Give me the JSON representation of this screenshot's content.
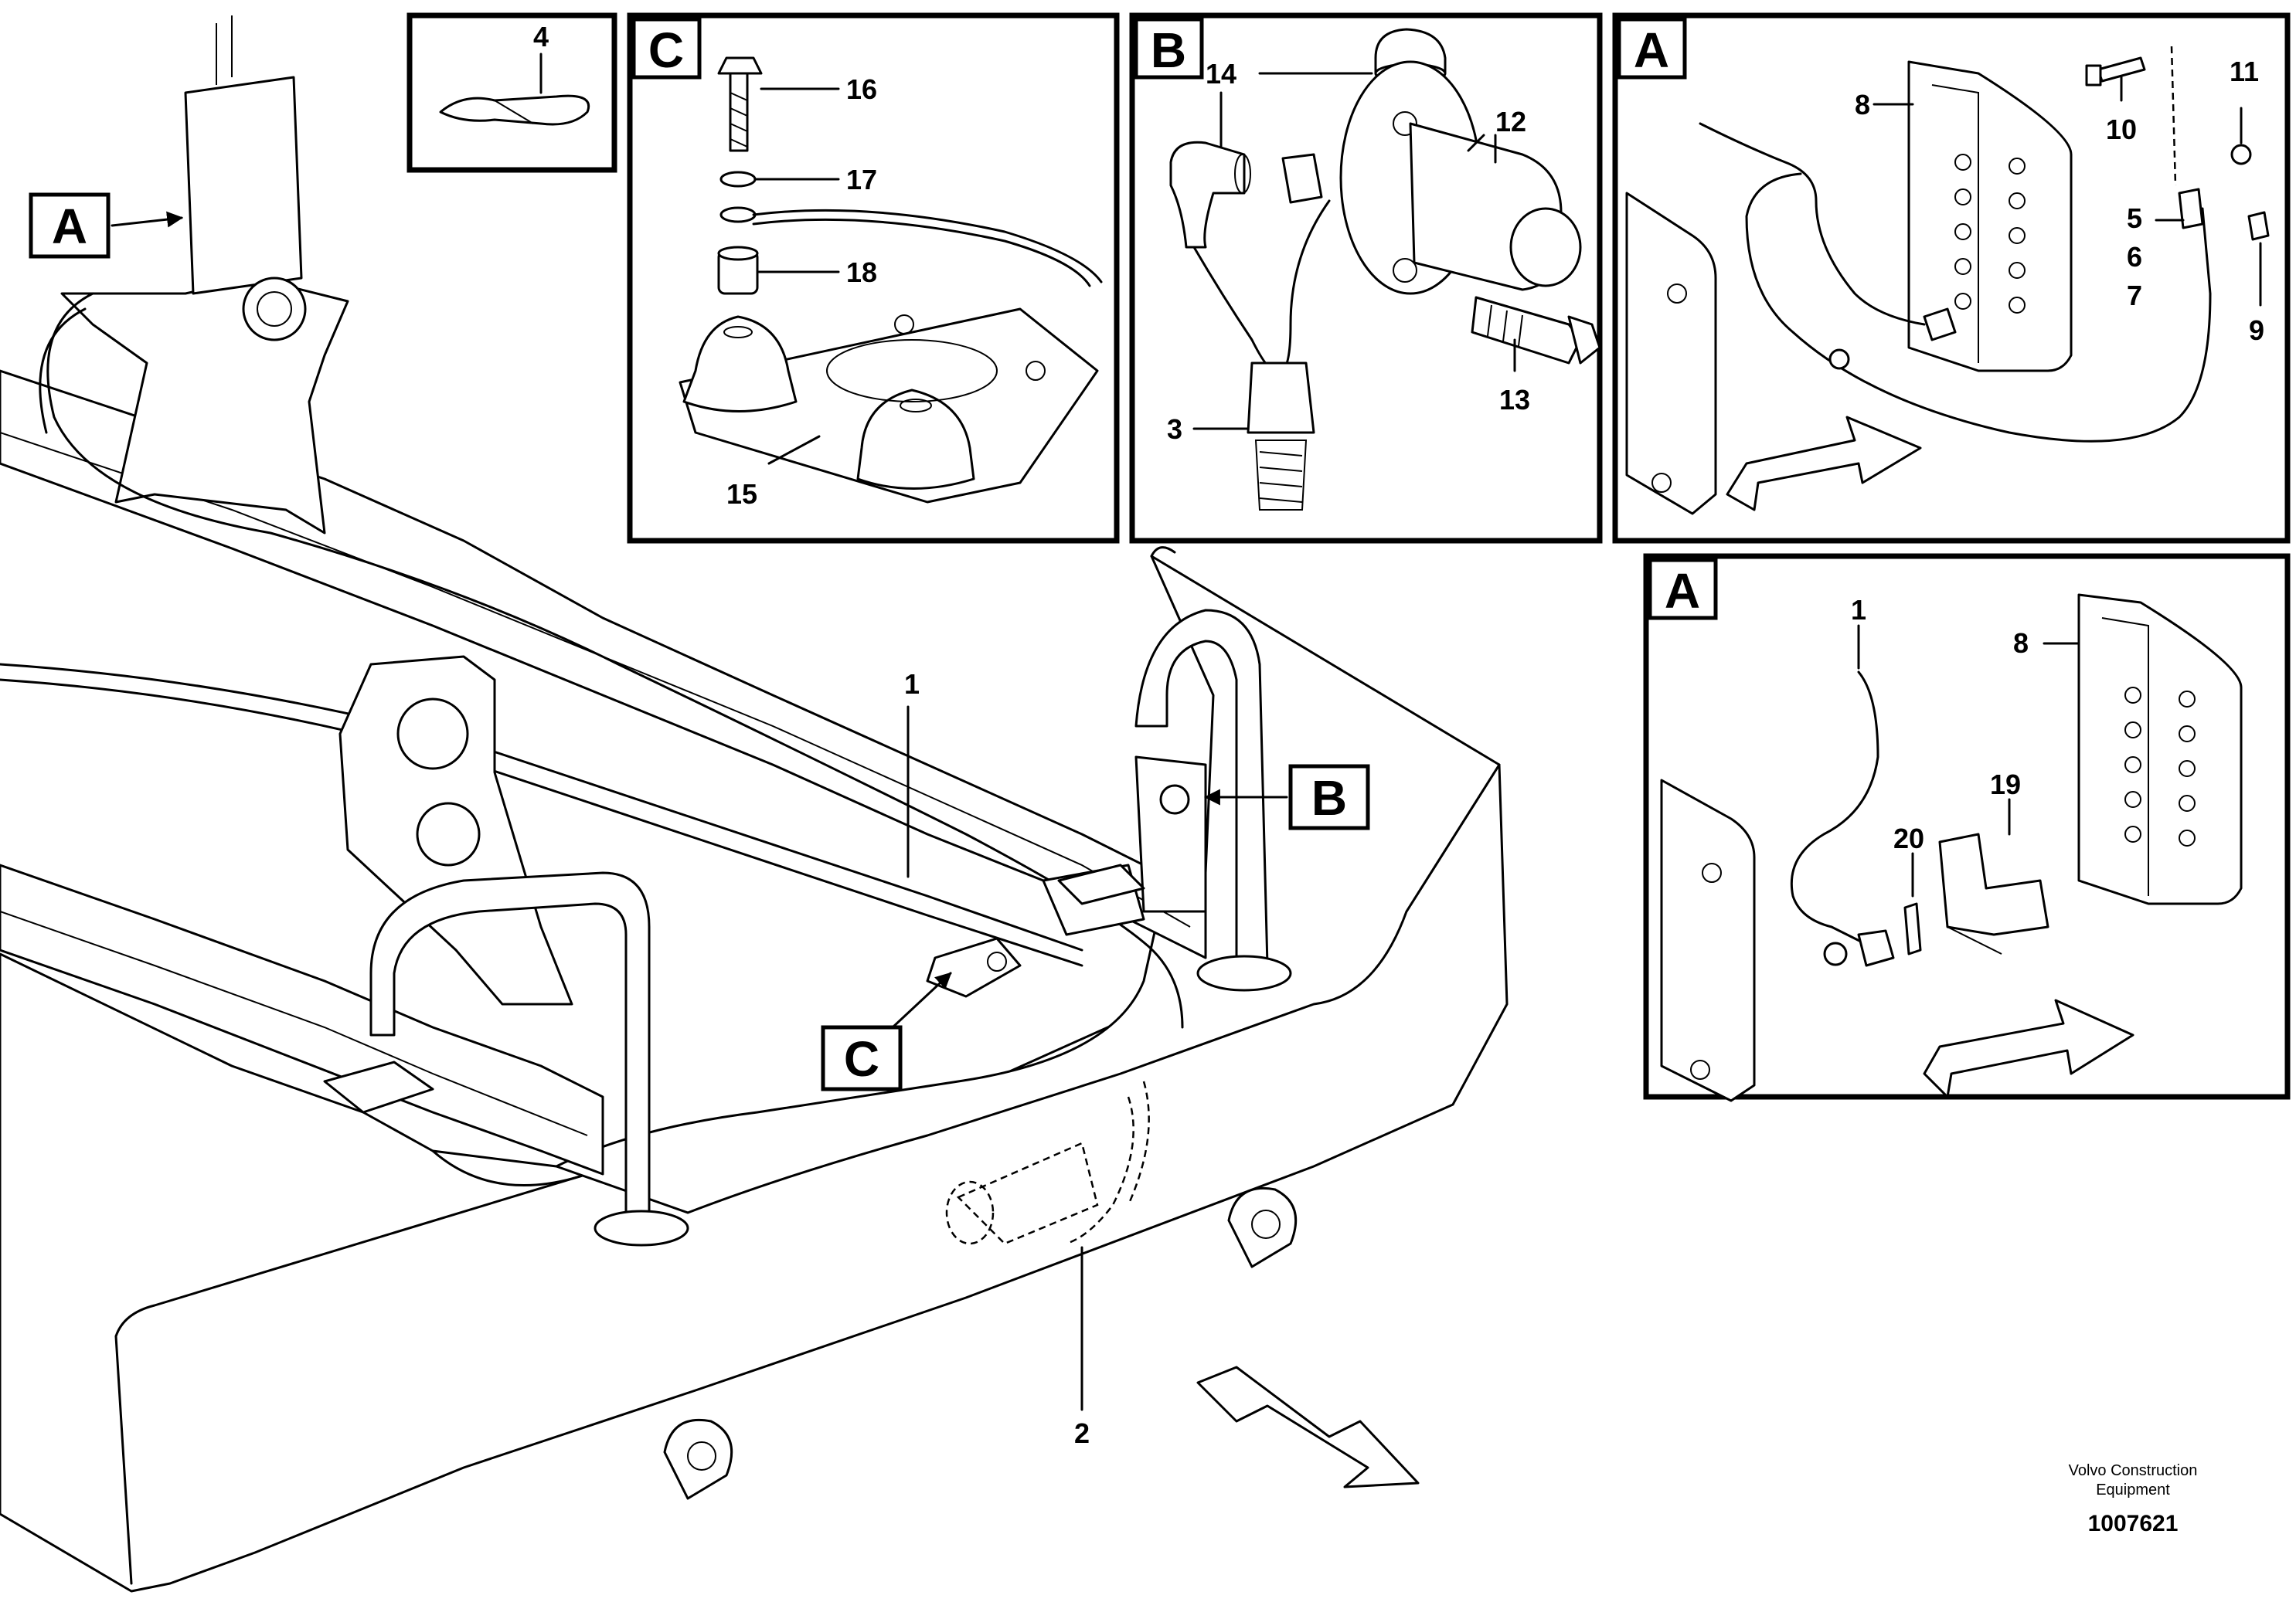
{
  "diagram": {
    "detail_tags": {
      "main_A": "A",
      "main_B": "B",
      "main_C": "C",
      "panel_C": "C",
      "panel_B": "B",
      "panel_A_top": "A",
      "panel_A_bottom": "A"
    },
    "part_numbers": {
      "n1_main": "1",
      "n2": "2",
      "n4": "4",
      "n16": "16",
      "n17": "17",
      "n18": "18",
      "n15": "15",
      "n14": "14",
      "n12": "12",
      "n3": "3",
      "n13": "13",
      "n8_top": "8",
      "n10": "10",
      "n11": "11",
      "n5": "5",
      "n6": "6",
      "n7": "7",
      "n9": "9",
      "n1_detail": "1",
      "n8_bottom": "8",
      "n19": "19",
      "n20": "20"
    },
    "credit_line1": "Volvo Construction",
    "credit_line2": "Equipment",
    "document_number": "1007621"
  }
}
